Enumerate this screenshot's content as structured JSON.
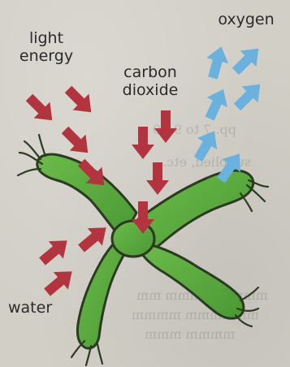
{
  "labels": {
    "light_energy": "light\nenergy",
    "carbon_dioxide": "carbon\ndioxide",
    "oxygen": "oxygen",
    "water": "water"
  },
  "colors": {
    "incoming_arrow": "#b2343f",
    "outgoing_arrow": "#6ab1dd",
    "plant": "#5aaa3e",
    "plant_outline": "#2c3a22",
    "background": "#d2cfc7"
  },
  "icons": {
    "plant": "plant-seedling-icon",
    "arrow": "arrow-icon"
  }
}
